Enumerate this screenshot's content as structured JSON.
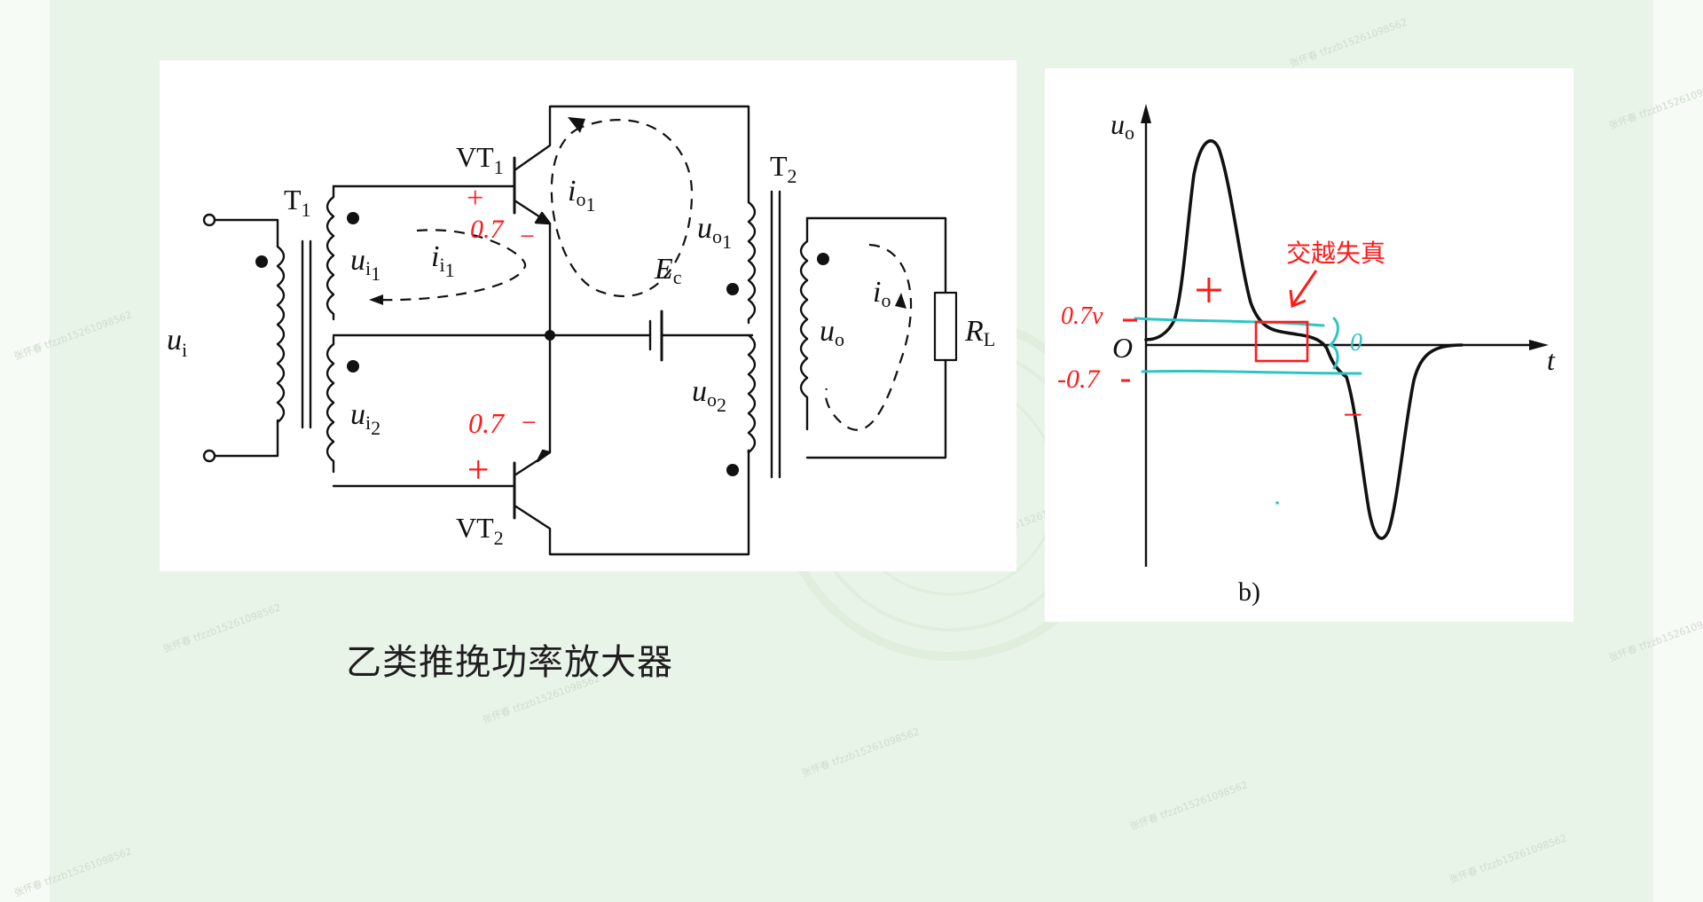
{
  "slide": {
    "caption": "乙类推挽功率放大器",
    "watermark": "张怀春 tfzzb15261098562"
  },
  "circuit": {
    "labels": {
      "u_i": "u",
      "u_i_sub": "i",
      "T1": "T",
      "T1_sub": "1",
      "T2": "T",
      "T2_sub": "2",
      "VT1": "VT",
      "VT1_sub": "1",
      "VT2": "VT",
      "VT2_sub": "2",
      "u_i1": "u",
      "u_i1_sub": "i",
      "u_i1_sub2": "1",
      "u_i2": "u",
      "u_i2_sub": "i",
      "u_i2_sub2": "2",
      "i_i1": "i",
      "i_i1_sub": "i",
      "i_i1_sub2": "1",
      "i_o1": "i",
      "i_o1_sub": "o",
      "i_o1_sub2": "1",
      "u_o1": "u",
      "u_o1_sub": "o",
      "u_o1_sub2": "1",
      "u_o2": "u",
      "u_o2_sub": "o",
      "u_o2_sub2": "2",
      "E_c": "E",
      "E_c_sub": "c",
      "u_o": "u",
      "u_o_sub": "o",
      "i_o": "i",
      "i_o_sub": "o",
      "R_L": "R",
      "R_L_sub": "L"
    },
    "annotations": {
      "vt1_plus": "+",
      "vt1_value": "0.7",
      "vt1_minus": "−",
      "vt2_value": "0.7",
      "vt2_minus": "−",
      "vt2_plus": "+"
    }
  },
  "graph": {
    "labels": {
      "y_axis": "u",
      "y_axis_sub": "o",
      "x_axis": "t",
      "origin": "O",
      "panel_label": "b)"
    },
    "annotations": {
      "crossover_label": "交越失真",
      "plus_sign": "+",
      "minus_sign": "−",
      "upper_threshold": "0.7v",
      "lower_threshold": "-0.7",
      "dead_zone": "0"
    },
    "colors": {
      "ink": "#111111",
      "annotation_red": "#ff1a1a",
      "annotation_cyan": "#2ec4c4"
    }
  }
}
